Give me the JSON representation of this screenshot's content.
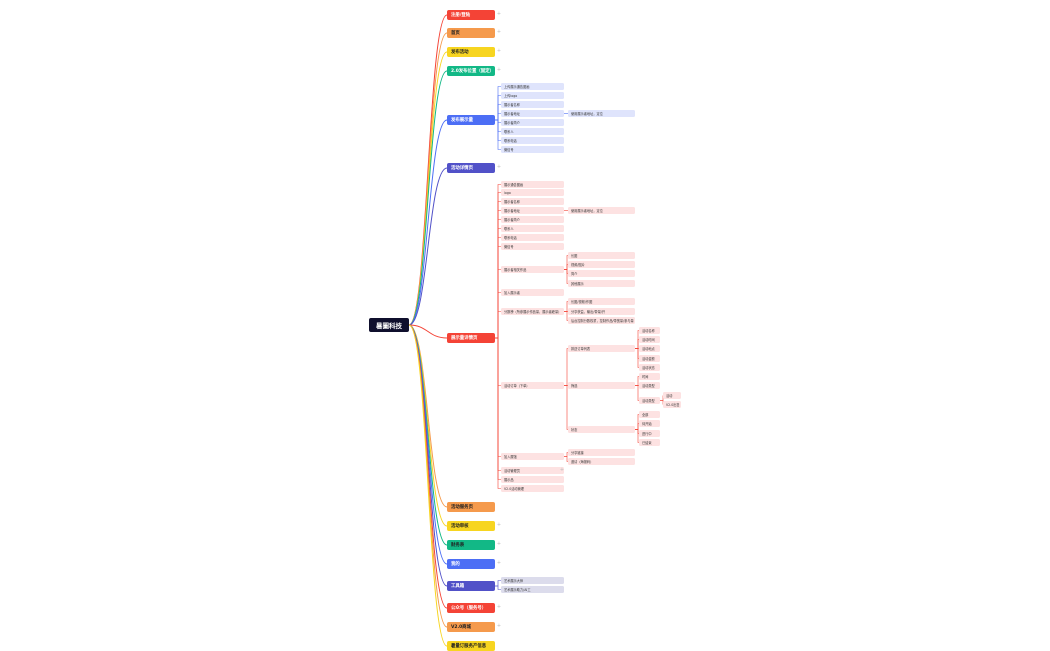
{
  "root": "暑圖科技",
  "branches": [
    {
      "label": "注册/登陆",
      "color": "#f44336",
      "text": "#fff",
      "fill": "#fde2e2",
      "expand": "+"
    },
    {
      "label": "首页",
      "color": "#f59a4c",
      "text": "#222",
      "fill": "#fdebd9",
      "expand": "+"
    },
    {
      "label": "发布活动",
      "color": "#f7d520",
      "text": "#222",
      "fill": "#fdf5c8",
      "expand": "+"
    },
    {
      "label": "2.0发布位置（固定）",
      "color": "#12b886",
      "text": "#fff",
      "fill": "#d5f4e8",
      "expand": "+"
    },
    {
      "label": "发布展示量",
      "color": "#4c6ef5",
      "text": "#fff",
      "fill": "#dfe4fc",
      "expand": "",
      "children": [
        {
          "label": "上传展示通告图画"
        },
        {
          "label": "上传logo"
        },
        {
          "label": "展示者名称"
        },
        {
          "label": "展示者地址",
          "children": [
            {
              "label": "使用展示者地址，定位"
            }
          ]
        },
        {
          "label": "展示者简介"
        },
        {
          "label": "联系人"
        },
        {
          "label": "联系电话"
        },
        {
          "label": "微信号"
        }
      ]
    },
    {
      "label": "活动详情页",
      "color": "#5151c8",
      "text": "#fff",
      "fill": "#e1e1f5",
      "expand": "+"
    },
    {
      "label": "展示量详情页",
      "color": "#f44336",
      "text": "#fff",
      "fill": "#fde2e2",
      "expand": "",
      "children": [
        {
          "label": "展示通告图画"
        },
        {
          "label": "logo"
        },
        {
          "label": "展示者名称"
        },
        {
          "label": "展示者地址",
          "children": [
            {
              "label": "使用展示者地址，定位"
            }
          ]
        },
        {
          "label": "展示者简介"
        },
        {
          "label": "联系人"
        },
        {
          "label": "联系电话"
        },
        {
          "label": "微信号"
        },
        {
          "label": "展示者相关作品",
          "children": [
            {
              "label": "长图"
            },
            {
              "label": "视频/图片"
            },
            {
              "label": "简介"
            },
            {
              "label": "其他展示"
            }
          ]
        },
        {
          "label": "加入展示者"
        },
        {
          "label": "分数榜（所参展示作品量，展示者峰量）",
          "children": [
            {
              "label": "长图/视频/作图"
            },
            {
              "label": "分享获益，输出/带量/开"
            },
            {
              "label": "后台控制分数权重，控制作品/带宽量/参与量"
            }
          ]
        },
        {
          "label": "活动订单（下单）",
          "children": [
            {
              "label": "排送订单列表",
              "children": [
                {
                  "label": "活动名称"
                },
                {
                  "label": "活动时间"
                },
                {
                  "label": "活动地点"
                },
                {
                  "label": "活动金额"
                },
                {
                  "label": "活动状态"
                }
              ]
            },
            {
              "label": "筛选",
              "children": [
                {
                  "label": "时间"
                },
                {
                  "label": "活动类型"
                },
                {
                  "label": "活动类型",
                  "children": [
                    {
                      "label": "活动"
                    },
                    {
                      "label": "V2.0出售"
                    }
                  ]
                }
              ]
            },
            {
              "label": "状态",
              "children": [
                {
                  "label": "全部"
                },
                {
                  "label": "待开始"
                },
                {
                  "label": "进行中"
                },
                {
                  "label": "已结束"
                }
              ]
            }
          ]
        },
        {
          "label": "加入展馆",
          "children": [
            {
              "label": "分享链接"
            },
            {
              "label": "邀请（海报码）"
            }
          ]
        },
        {
          "label": "活动管理员",
          "tag": "+"
        },
        {
          "label": "展示品"
        },
        {
          "label": "V2.0活动管理"
        }
      ]
    },
    {
      "label": "活动服务页",
      "color": "#f59a4c",
      "text": "#222",
      "fill": "#fdebd9",
      "expand": ""
    },
    {
      "label": "活动审核",
      "color": "#f7d520",
      "text": "#222",
      "fill": "#fdf5c8",
      "expand": "+"
    },
    {
      "label": "财务表",
      "color": "#12b886",
      "text": "#222",
      "fill": "#d5f4e8",
      "expand": "+"
    },
    {
      "label": "我的",
      "color": "#4c6ef5",
      "text": "#fff",
      "fill": "#dfe4fc",
      "expand": "+"
    },
    {
      "label": "工具箱",
      "color": "#5151c8",
      "text": "#fff",
      "fill": "#dcdcec",
      "expand": "",
      "children": [
        {
          "label": "艺术展示大师"
        },
        {
          "label": "艺术展示助力/AI工"
        }
      ]
    },
    {
      "label": "公众号（服务号）",
      "color": "#f44336",
      "text": "#fff",
      "fill": "#fde2e2",
      "expand": "+"
    },
    {
      "label": "V2.0商城",
      "color": "#f59a4c",
      "text": "#222",
      "fill": "#fdebd9",
      "expand": "+"
    },
    {
      "label": "暑量订服务产信息",
      "color": "#f7d520",
      "text": "#222",
      "fill": "#fdf5c8",
      "expand": ""
    }
  ]
}
